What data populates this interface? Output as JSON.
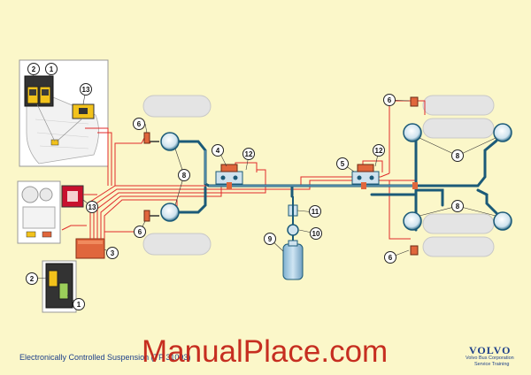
{
  "diagram": {
    "footer_title": "Electronically Controlled Suspension (TP 31093)",
    "watermark": "ManualPlace.com",
    "brand": "VOLVO",
    "brand_sub_line1": "Volvo Bus Corporation",
    "brand_sub_line2": "Service Training",
    "callouts": [
      "1",
      "2",
      "13",
      "6",
      "8",
      "4",
      "12",
      "5",
      "12",
      "6",
      "8",
      "11",
      "10",
      "9",
      "8",
      "6",
      "13",
      "3",
      "2",
      "1",
      "6",
      "8"
    ],
    "colors": {
      "background": "#fbf7c9",
      "air_pipe": "#1b5a78",
      "electric_wire": "#e02b2b",
      "wheel": "#e4e4e4",
      "component": "#e0663c",
      "brand": "#1d3f8a"
    }
  }
}
